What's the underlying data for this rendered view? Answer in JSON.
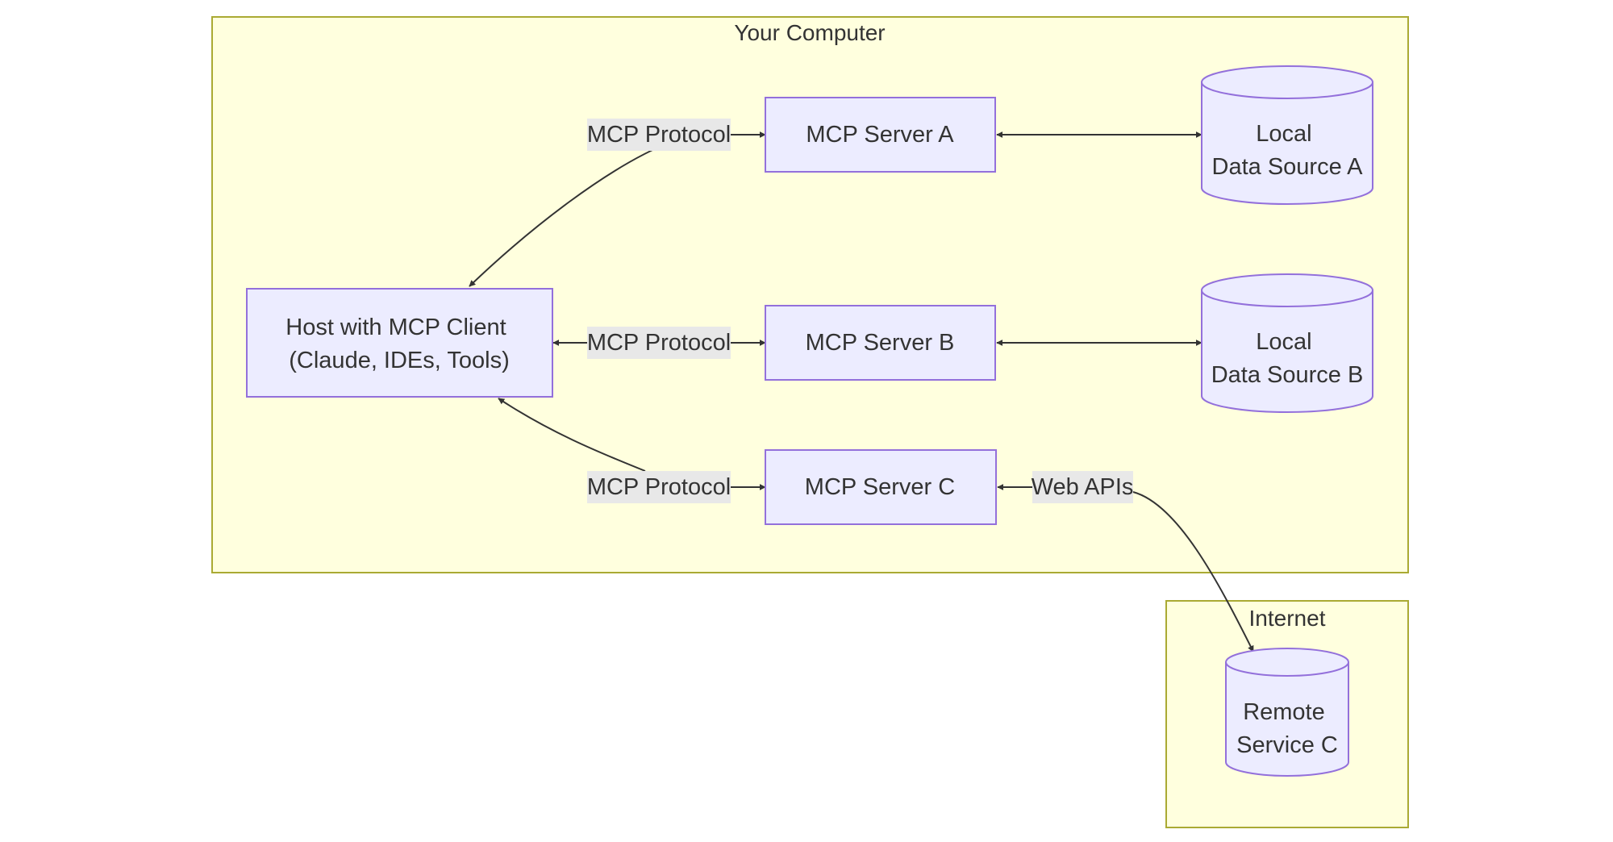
{
  "clusters": {
    "computer": "Your Computer",
    "internet": "Internet"
  },
  "nodes": {
    "host": [
      "Host with MCP Client",
      "(Claude, IDEs, Tools)"
    ],
    "server_a": "MCP Server A",
    "server_b": "MCP Server B",
    "server_c": "MCP Server C",
    "data_a": [
      "Local",
      "Data Source A"
    ],
    "data_b": [
      "Local",
      "Data Source B"
    ],
    "remote_c": [
      "Remote",
      "Service C"
    ]
  },
  "edges": {
    "host_a": "MCP Protocol",
    "host_b": "MCP Protocol",
    "host_c": "MCP Protocol",
    "c_remote": "Web APIs"
  },
  "colors": {
    "cluster_fill": "#ffffde",
    "cluster_stroke": "#aaaa33",
    "node_fill": "#ececff",
    "node_stroke": "#9370db",
    "edge": "#333333",
    "label_bg": "#e8e8e8"
  }
}
